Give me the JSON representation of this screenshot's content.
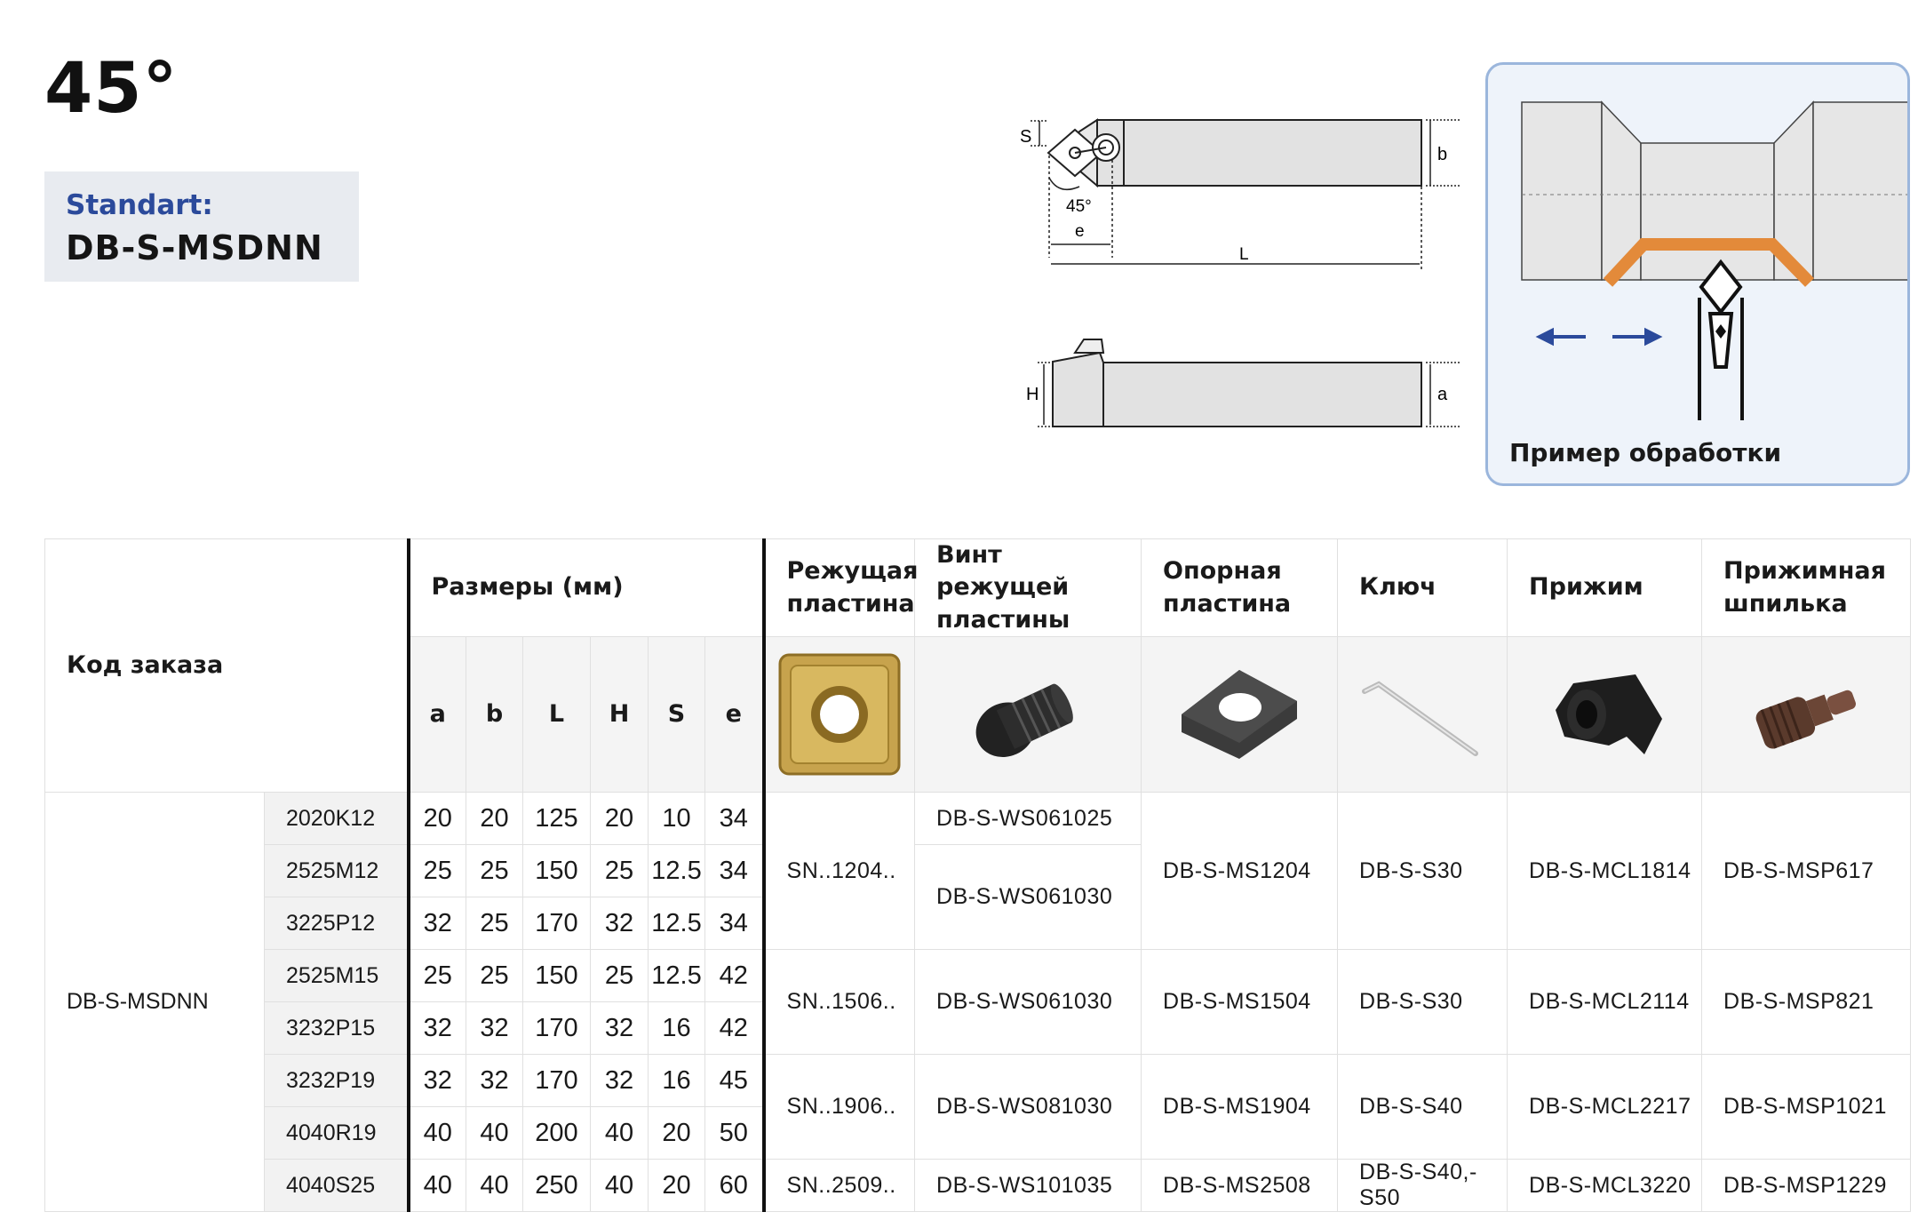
{
  "heading": {
    "angle": "45°"
  },
  "standard": {
    "label": "Standart:",
    "code": "DB-S-MSDNN"
  },
  "drawing": {
    "labels": {
      "s": "S",
      "b": "b",
      "angle": "45°",
      "e": "e",
      "L": "L",
      "H": "H",
      "a": "a"
    }
  },
  "example": {
    "caption": "Пример обработки"
  },
  "table": {
    "headers": {
      "order_code": "Код заказа",
      "dimensions": "Размеры (мм)",
      "insert": "Режущая пластина",
      "insert_screw": "Винт режущей пластины",
      "shim": "Опорная пластина",
      "key": "Ключ",
      "clamp": "Прижим",
      "clamp_pin": "Прижимная шпилька"
    },
    "dim_columns": [
      "a",
      "b",
      "L",
      "H",
      "S",
      "e"
    ],
    "group_code": "DB-S-MSDNN",
    "rows": [
      {
        "size": "2020K12",
        "dims": [
          "20",
          "20",
          "125",
          "20",
          "10",
          "34"
        ]
      },
      {
        "size": "2525M12",
        "dims": [
          "25",
          "25",
          "150",
          "25",
          "12.5",
          "34"
        ]
      },
      {
        "size": "3225P12",
        "dims": [
          "32",
          "25",
          "170",
          "32",
          "12.5",
          "34"
        ]
      },
      {
        "size": "2525M15",
        "dims": [
          "25",
          "25",
          "150",
          "25",
          "12.5",
          "42"
        ]
      },
      {
        "size": "3232P15",
        "dims": [
          "32",
          "32",
          "170",
          "32",
          "16",
          "42"
        ]
      },
      {
        "size": "3232P19",
        "dims": [
          "32",
          "32",
          "170",
          "32",
          "16",
          "45"
        ]
      },
      {
        "size": "4040R19",
        "dims": [
          "40",
          "40",
          "200",
          "40",
          "20",
          "50"
        ]
      },
      {
        "size": "4040S25",
        "dims": [
          "40",
          "40",
          "250",
          "40",
          "20",
          "60"
        ]
      }
    ],
    "groups": [
      {
        "insert": "SN..1204..",
        "screws": [
          "DB-S-WS061025",
          "DB-S-WS061030"
        ],
        "shim": "DB-S-MS1204",
        "key": "DB-S-S30",
        "clamp": "DB-S-MCL1814",
        "pin": "DB-S-MSP617"
      },
      {
        "insert": "SN..1506..",
        "screw": "DB-S-WS061030",
        "shim": "DB-S-MS1504",
        "key": "DB-S-S30",
        "clamp": "DB-S-MCL2114",
        "pin": "DB-S-MSP821"
      },
      {
        "insert": "SN..1906..",
        "screw": "DB-S-WS081030",
        "shim": "DB-S-MS1904",
        "key": "DB-S-S40",
        "clamp": "DB-S-MCL2217",
        "pin": "DB-S-MSP1021"
      },
      {
        "insert": "SN..2509..",
        "screw": "DB-S-WS101035",
        "shim": "DB-S-MS2508",
        "key": "DB-S-S40,-S50",
        "clamp": "DB-S-MCL3220",
        "pin": "DB-S-MSP1229"
      }
    ]
  },
  "colors": {
    "accent": "#2b4a9b",
    "orange": "#e38a3a",
    "arrow": "#2b4a9b"
  },
  "icons": [
    "insert-icon",
    "screw-icon",
    "shim-icon",
    "key-icon",
    "clamp-icon",
    "clamp-pin-icon"
  ]
}
